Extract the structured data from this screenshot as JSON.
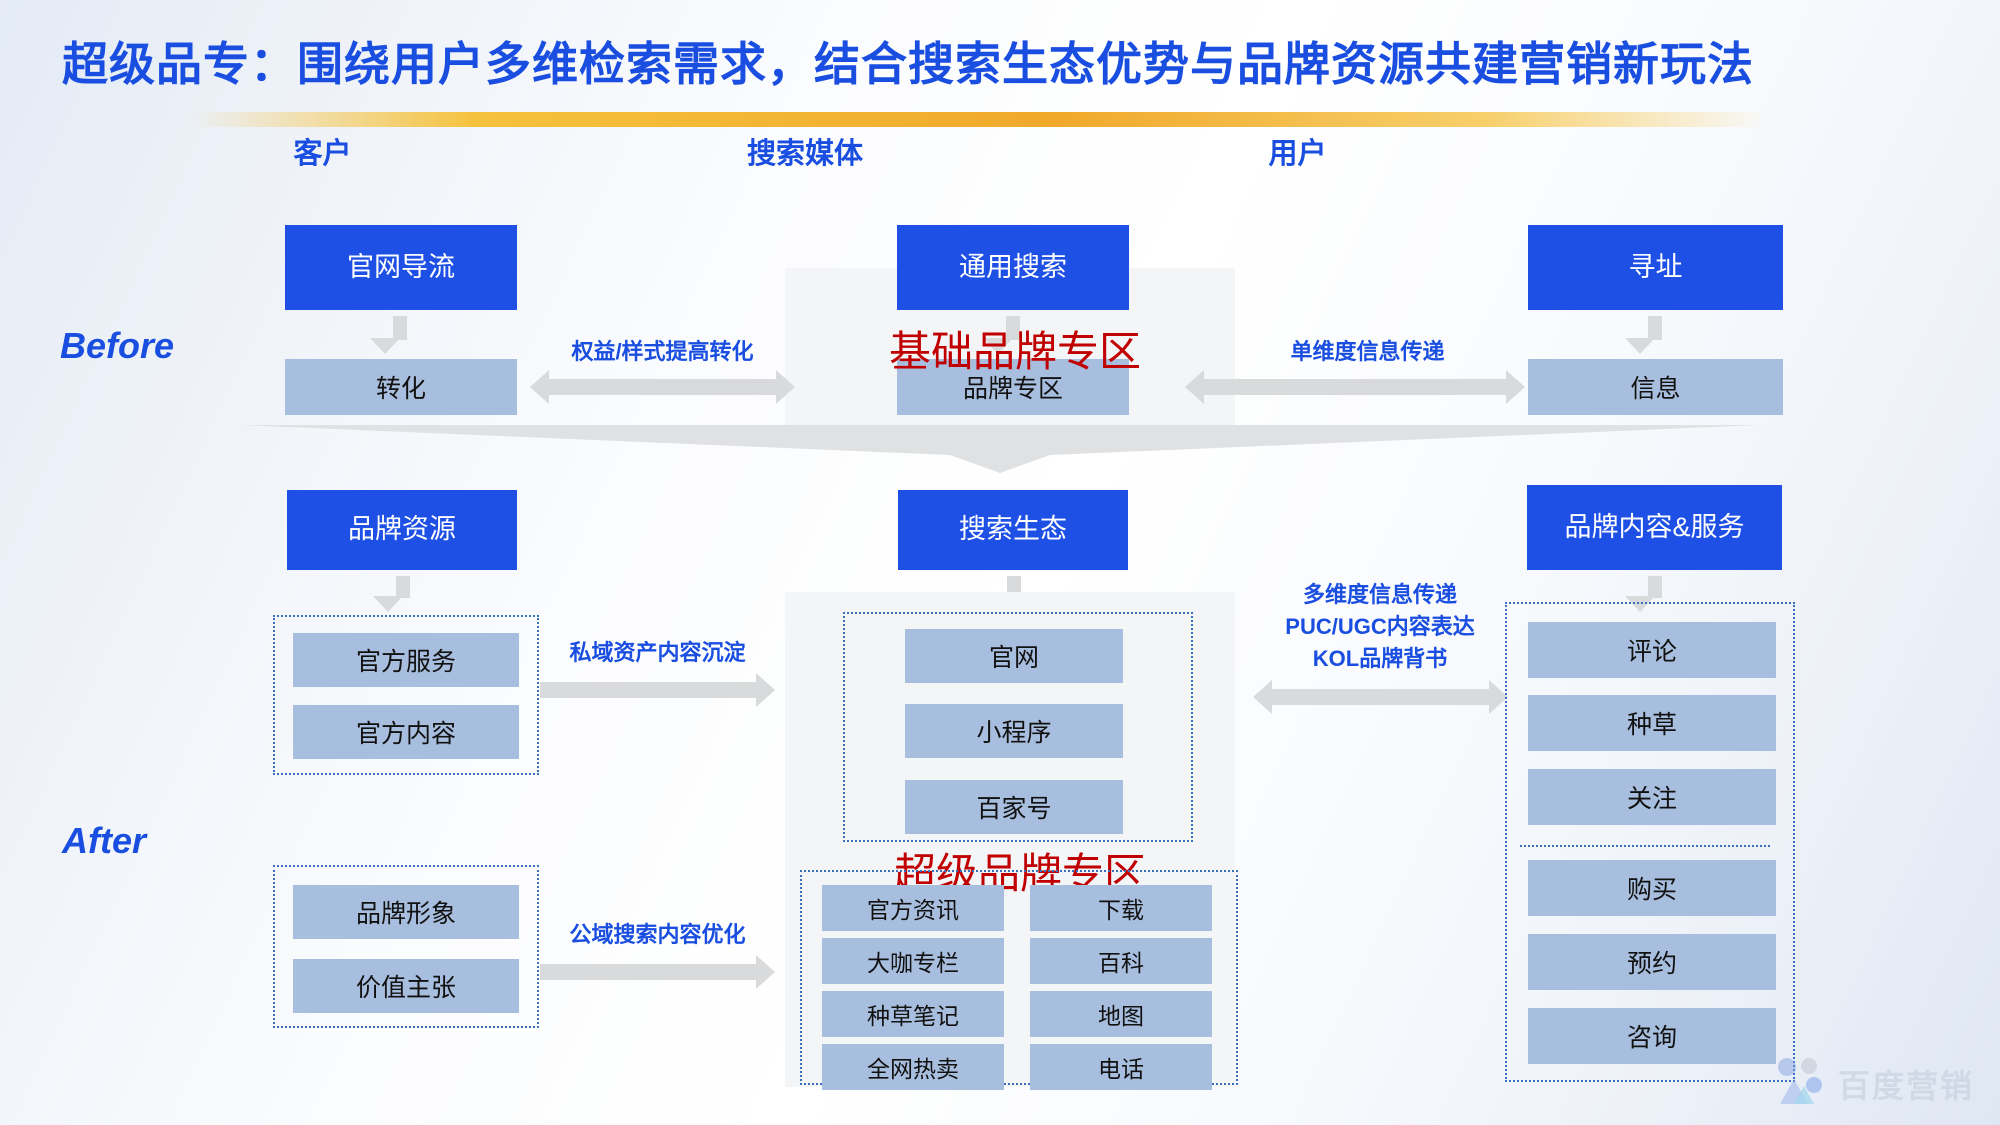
{
  "slide": {
    "title": "超级品专：围绕用户多维检索需求，结合搜索生态优势与品牌资源共建营销新玩法",
    "accent_blue": "#1a4ee0",
    "accent_gold": "#f0a92a",
    "box_blue": "#1e50e6",
    "box_light": "#a8bede",
    "red": "#c00000"
  },
  "columns": {
    "customer": "客户",
    "media": "搜索媒体",
    "user": "用户"
  },
  "stages": {
    "before": "Before",
    "after": "After"
  },
  "before": {
    "customer": {
      "top": "官网导流",
      "bottom": "转化"
    },
    "media": {
      "top": "通用搜索",
      "bottom": "品牌专区",
      "red_label": "基础品牌专区"
    },
    "user": {
      "top": "寻址",
      "bottom": "信息"
    },
    "caption_left": "权益/样式提高转化",
    "caption_right": "单维度信息传递"
  },
  "after": {
    "left": {
      "header": "品牌资源",
      "group_private": [
        "官方服务",
        "官方内容"
      ],
      "group_public": [
        "品牌形象",
        "价值主张"
      ],
      "caption_private": "私域资产内容沉淀",
      "caption_public": "公域搜索内容优化"
    },
    "center": {
      "header": "搜索生态",
      "red_label": "超级品牌专区",
      "ecosystem": [
        "官网",
        "小程序",
        "百家号"
      ],
      "zone_left": [
        "官方资讯",
        "大咖专栏",
        "种草笔记",
        "全网热卖"
      ],
      "zone_right": [
        "下载",
        "百科",
        "地图",
        "电话"
      ]
    },
    "right": {
      "header": "品牌内容&服务",
      "caption_lines": [
        "多维度信息传递",
        "PUC/UGC内容表达",
        "KOL品牌背书"
      ],
      "group_top": [
        "评论",
        "种草",
        "关注"
      ],
      "group_bottom": [
        "购买",
        "预约",
        "咨询"
      ]
    }
  },
  "logo": {
    "text": "百度营销"
  }
}
